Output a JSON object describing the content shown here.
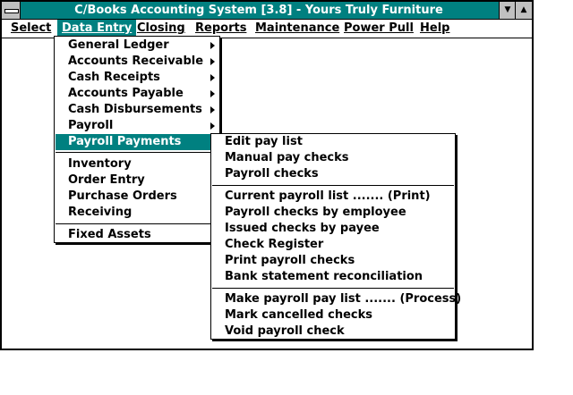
{
  "window": {
    "title": "C/Books Accounting System [3.8] - Yours Truly Furniture",
    "minimize_glyph": "▼",
    "maximize_glyph": "▲"
  },
  "menubar": {
    "items": [
      {
        "label": "Select"
      },
      {
        "label": "Data Entry"
      },
      {
        "label": "Closing"
      },
      {
        "label": "Reports"
      },
      {
        "label": "Maintenance"
      },
      {
        "label": "Power Pull"
      },
      {
        "label": "Help"
      }
    ]
  },
  "data_entry_menu": {
    "items": [
      {
        "label": "General Ledger"
      },
      {
        "label": "Accounts Receivable"
      },
      {
        "label": "Cash Receipts"
      },
      {
        "label": "Accounts Payable"
      },
      {
        "label": "Cash Disbursements"
      },
      {
        "label": "Payroll"
      },
      {
        "label": "Payroll Payments"
      },
      {
        "label": "Inventory"
      },
      {
        "label": "Order Entry"
      },
      {
        "label": "Purchase Orders"
      },
      {
        "label": "Receiving"
      },
      {
        "label": "Fixed Assets"
      }
    ]
  },
  "payroll_payments_menu": {
    "items": [
      {
        "label": "Edit pay list"
      },
      {
        "label": "Manual pay checks"
      },
      {
        "label": "Payroll checks"
      },
      {
        "label": "Current payroll list ....... (Print)"
      },
      {
        "label": "Payroll checks by employee"
      },
      {
        "label": "Issued checks by payee"
      },
      {
        "label": "Check Register"
      },
      {
        "label": "Print payroll checks"
      },
      {
        "label": "Bank statement reconciliation"
      },
      {
        "label": "Make payroll pay list  ....... (Process)"
      },
      {
        "label": "Mark cancelled checks"
      },
      {
        "label": "Void payroll check"
      }
    ]
  },
  "colors": {
    "titlebar": "#008080",
    "highlight": "#008080",
    "highlight_text": "#ffffff"
  }
}
